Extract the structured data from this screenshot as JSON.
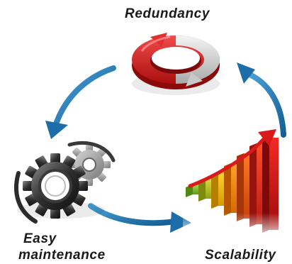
{
  "labels": {
    "redundancy": "Redundancy",
    "easy_line1": "Easy",
    "easy_line2": "maintenance",
    "scalability": "Scalability"
  },
  "icons": {
    "redundancy": "circular-arrows-icon",
    "maintenance": "gears-icon",
    "scalability": "growth-bar-chart-icon"
  },
  "colors": {
    "arrow": "#1f79b5",
    "ring_red": "#d92020",
    "ring_gray": "#cfcfcf",
    "gear_dark": "#2b2b2b",
    "bars_start": "#8cc63f",
    "bars_end": "#e2231a"
  }
}
